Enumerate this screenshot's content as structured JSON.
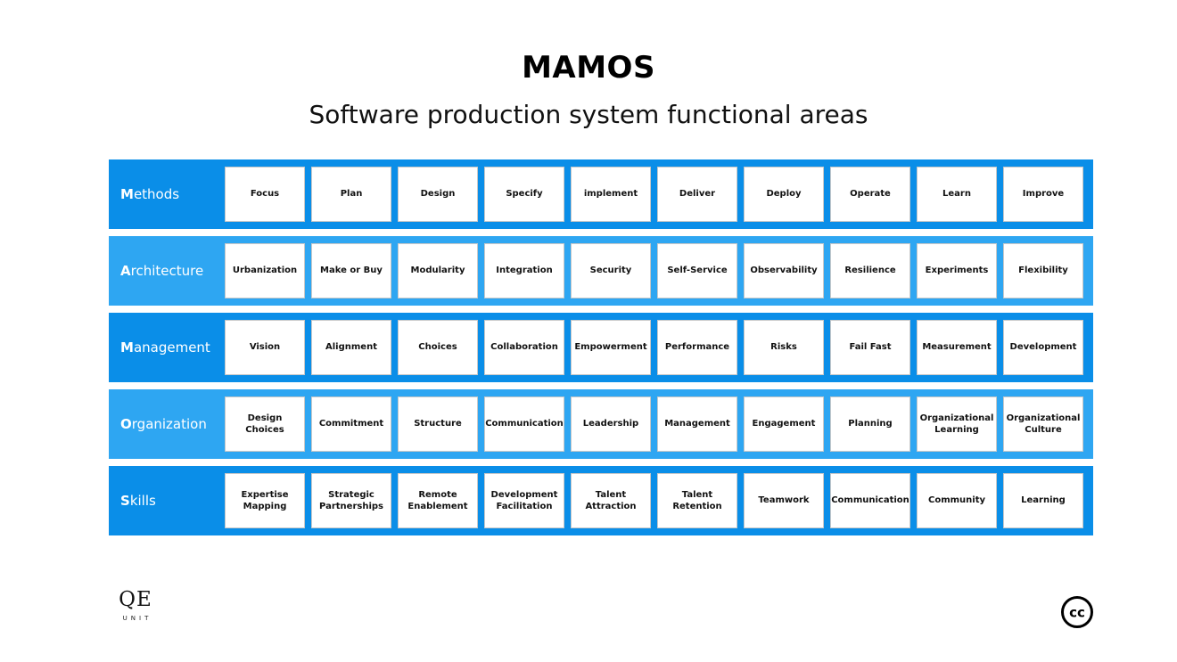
{
  "header": {
    "title": "MAMOS",
    "subtitle": "Software production system functional areas"
  },
  "rows": [
    {
      "label_initial": "M",
      "label_rest": "ethods",
      "color": "#0a8ee8",
      "cells": [
        "Focus",
        "Plan",
        "Design",
        "Specify",
        "implement",
        "Deliver",
        "Deploy",
        "Operate",
        "Learn",
        "Improve"
      ]
    },
    {
      "label_initial": "A",
      "label_rest": "rchitecture",
      "color": "#2ea6f2",
      "cells": [
        "Urbanization",
        "Make or Buy",
        "Modularity",
        "Integration",
        "Security",
        "Self-Service",
        "Observability",
        "Resilience",
        "Experiments",
        "Flexibility"
      ]
    },
    {
      "label_initial": "M",
      "label_rest": "anagement",
      "color": "#0a8ee8",
      "cells": [
        "Vision",
        "Alignment",
        "Choices",
        "Collaboration",
        "Empowerment",
        "Performance",
        "Risks",
        "Fail Fast",
        "Measurement",
        "Development"
      ]
    },
    {
      "label_initial": "O",
      "label_rest": "rganization",
      "color": "#2ea6f2",
      "cells": [
        "Design Choices",
        "Commitment",
        "Structure",
        "Communication",
        "Leadership",
        "Management",
        "Engagement",
        "Planning",
        "Organizational Learning",
        "Organizational Culture"
      ]
    },
    {
      "label_initial": "S",
      "label_rest": "kills",
      "color": "#0a8ee8",
      "cells": [
        "Expertise Mapping",
        "Strategic Partnerships",
        "Remote Enablement",
        "Development Facilitation",
        "Talent Attraction",
        "Talent Retention",
        "Teamwork",
        "Communication",
        "Community",
        "Learning"
      ]
    }
  ],
  "footer": {
    "logo_text": "QE",
    "logo_subtext": "UNIT",
    "license_icon": "creative-commons-icon",
    "license_icon_text": "cc"
  }
}
